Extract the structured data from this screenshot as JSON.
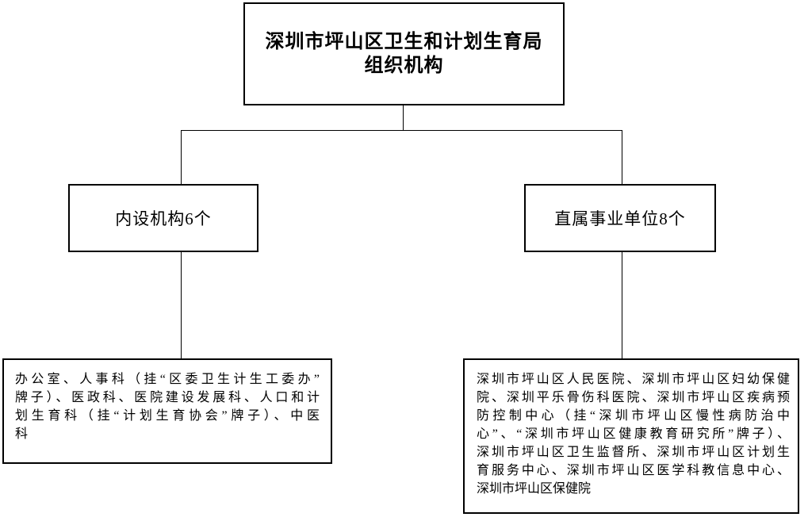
{
  "diagram": {
    "type": "org-chart",
    "title": {
      "line1": "深圳市坪山区卫生和计划生育局",
      "line2": "组织机构"
    },
    "branches": [
      {
        "id": "internal-departments",
        "label": "内设机构6个",
        "detail_lines": [
          "办公室、人事科（挂“区委卫生计生工委办”",
          "牌子）、医政科、医院建设发展科、人口和计",
          "划生育科（挂“计划生育协会”牌子）、中医",
          "科"
        ]
      },
      {
        "id": "affiliated-institutions",
        "label": "直属事业单位8个",
        "detail_lines": [
          "深圳市坪山区人民医院、深圳市坪山区妇幼保健",
          "院、深圳平乐骨伤科医院、深圳市坪山区疾病预",
          "防控制中心（挂“深圳市坪山区慢性病防治中",
          "心”、“深圳市坪山区健康教育研究所”牌子）、",
          "深圳市坪山区卫生监督所、深圳市坪山区计划生",
          "育服务中心、深圳市坪山区医学科教信息中心、",
          "深圳市坪山区保健院"
        ]
      }
    ],
    "colors": {
      "line": "#000000",
      "text": "#000000",
      "background": "#ffffff"
    }
  }
}
